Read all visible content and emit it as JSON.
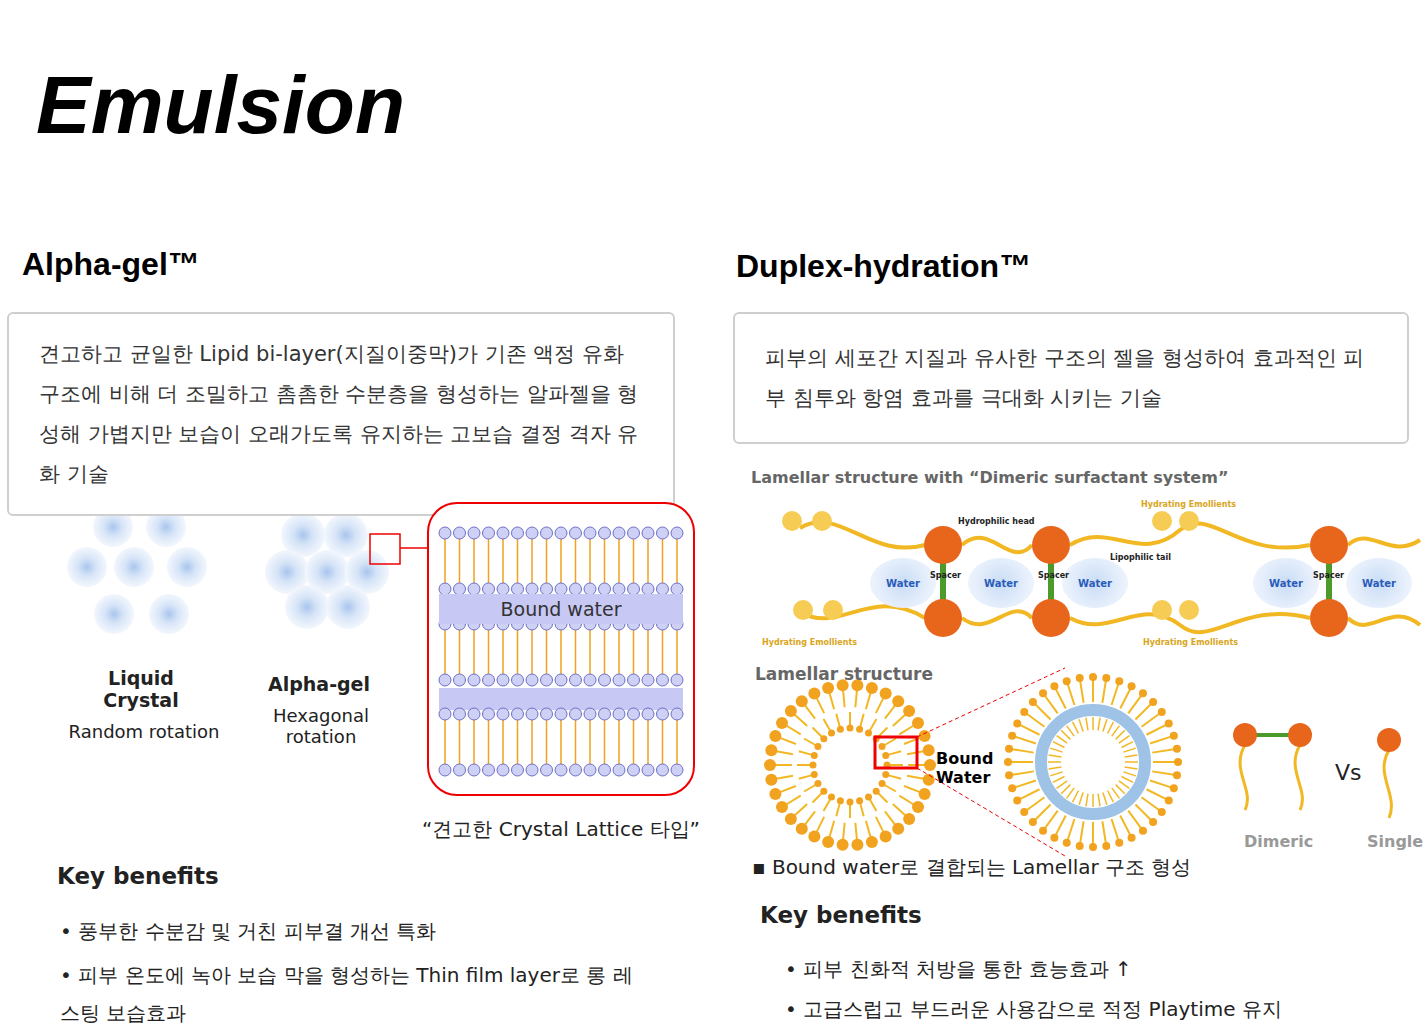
{
  "diagram": {
    "title": "Emulsion",
    "nodes": [
      {
        "text": [
          "Alpha-gel™",
          "견고하고 균일한 Lipid bi-layer(지질이중막)가 기존 액정 유화 구조에 비해 더 조밀하고 촘촘한 수분층을 형성하는 알파젤을 형성해 가볍지만 보습이 오래가도록 유지하는 고보습 결정 격자 유화 기술"
        ]
      },
      {
        "text": [
          "Duplex-hydration™",
          "피부의 세포간 지질과 유사한 구조의 젤을 형성하여 효과적인 피부 침투와 항염 효과를 극대화 시키는 기술"
        ]
      },
      {
        "text": [
          "“견고한 Crystal Lattice 타입”"
        ]
      },
      {
        "text": [
          "Bound water"
        ],
        "in": 2
      },
      {
        "text": [
          "Water"
        ]
      },
      {
        "text": [
          "Water"
        ]
      },
      {
        "text": [
          "Water"
        ]
      },
      {
        "text": [
          "Water"
        ]
      },
      {
        "text": [
          "Water"
        ]
      }
    ],
    "labels": [
      "Liquid Crystal",
      "Random rotation",
      "Alpha-gel",
      "Hexagonal rotation",
      "Key benefits",
      "• 풍부한 수분감 및 거친 피부결 개선 특화",
      "• 피부 온도에 녹아 보습 막을 형성하는 Thin film layer로 롱 레스팅 보습효과",
      "Lamellar structure with “Dimeric surfactant system”",
      "Hydrophilic head",
      "Lipophilic tail",
      "Spacer",
      "Spacer",
      "Spacer",
      "Hydrating Emollients",
      "Hydrating Emollients",
      "Hydrating Emollients",
      "Lamellar structure",
      "Bound Water",
      "Vs",
      "Dimeric",
      "Single",
      "▪  Bound water로 결합되는 Lamellar 구조 형성",
      "Key benefits",
      "• 피부 친화적 처방을 통한 효능효과 ↑",
      "• 고급스럽고 부드러운 사용감으로  적정 Playtime 유지"
    ]
  }
}
